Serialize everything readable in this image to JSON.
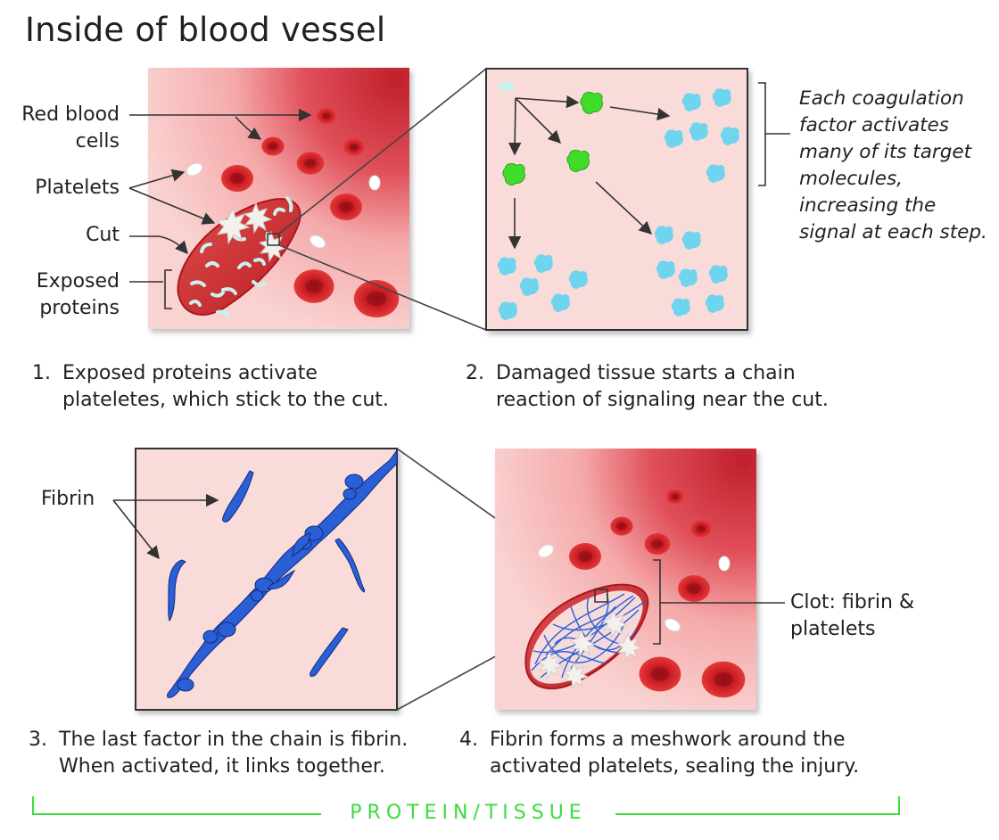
{
  "title": "Inside of blood vessel",
  "panel1": {
    "labels": {
      "red_blood_cells": "Red blood cells",
      "platelets": "Platelets",
      "cut": "Cut",
      "exposed_proteins": "Exposed proteins"
    },
    "caption_number": "1.",
    "caption": "Exposed proteins activate plateletes, which stick to the cut."
  },
  "panel2": {
    "note": "Each coagulation factor activates many of its target molecules, increasing the signal at each step.",
    "caption_number": "2.",
    "caption": "Damaged tissue starts a chain reaction of signaling near the cut."
  },
  "panel3": {
    "labels": {
      "fibrin": "Fibrin"
    },
    "caption_number": "3.",
    "caption": "The last factor in the chain is fibrin. When activated, it links together."
  },
  "panel4": {
    "labels": {
      "clot": "Clot: fibrin & platelets"
    },
    "caption_number": "4.",
    "caption": "Fibrin forms a meshwork around the activated platelets, sealing the injury."
  },
  "footer": "PROTEIN/TISSUE",
  "colors": {
    "panel_bg": "#f9d6d4",
    "vessel_red": "#c8282e",
    "factor_cyan": "#6fd4ee",
    "factor_green": "#3fdc2a",
    "fibrin_blue": "#2a5fd6",
    "footer_green": "#3cdc3c"
  }
}
